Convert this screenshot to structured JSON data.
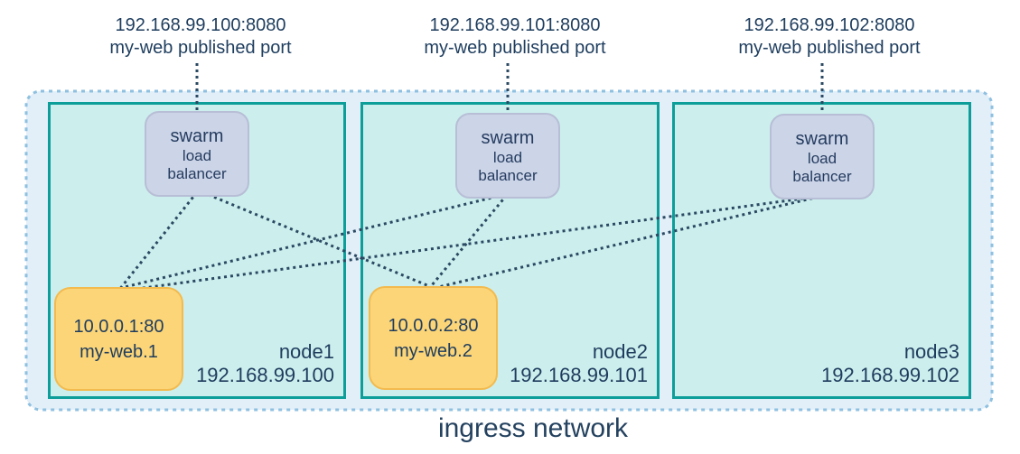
{
  "diagram": {
    "kind": "docker-swarm-ingress-network",
    "title": "ingress network",
    "published_ports": [
      {
        "address": "192.168.99.100:8080",
        "caption": "my-web published port"
      },
      {
        "address": "192.168.99.101:8080",
        "caption": "my-web published port"
      },
      {
        "address": "192.168.99.102:8080",
        "caption": "my-web published port"
      }
    ],
    "load_balancer_label": {
      "line1": "swarm",
      "line2": "load",
      "line3": "balancer"
    },
    "nodes": [
      {
        "name": "node1",
        "ip": "192.168.99.100",
        "task": {
          "address": "10.0.0.1:80",
          "name": "my-web.1"
        }
      },
      {
        "name": "node2",
        "ip": "192.168.99.101",
        "task": {
          "address": "10.0.0.2:80",
          "name": "my-web.2"
        }
      },
      {
        "name": "node3",
        "ip": "192.168.99.102",
        "task": null
      }
    ],
    "connections": [
      {
        "from": "published-port-192.168.99.100:8080",
        "to": "node1-load-balancer"
      },
      {
        "from": "published-port-192.168.99.101:8080",
        "to": "node2-load-balancer"
      },
      {
        "from": "published-port-192.168.99.102:8080",
        "to": "node3-load-balancer"
      },
      {
        "from": "node1-load-balancer",
        "to": "my-web.1"
      },
      {
        "from": "node1-load-balancer",
        "to": "my-web.2"
      },
      {
        "from": "node2-load-balancer",
        "to": "my-web.1"
      },
      {
        "from": "node2-load-balancer",
        "to": "my-web.2"
      },
      {
        "from": "node3-load-balancer",
        "to": "my-web.1"
      },
      {
        "from": "node3-load-balancer",
        "to": "my-web.2"
      }
    ],
    "colors": {
      "node_fill": "#ccefed",
      "node_border": "#0e9e9a",
      "ingress_fill": "#e2eff9",
      "ingress_border": "#8fc0e0",
      "load_balancer_fill": "#ccd4e7",
      "load_balancer_border": "#b7bed6",
      "task_fill": "#fbd577",
      "task_border": "#f3ba4e",
      "text": "#1e3d5e",
      "connector": "#2b4963"
    }
  }
}
